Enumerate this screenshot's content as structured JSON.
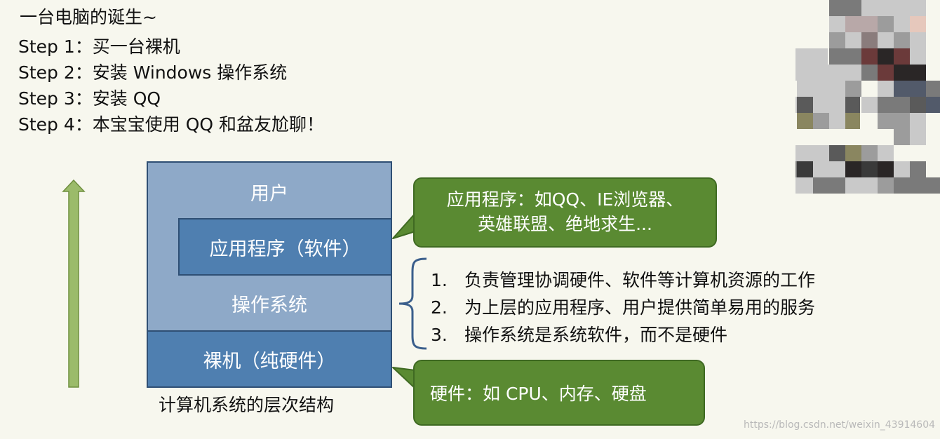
{
  "heading": "一台电脑的诞生~",
  "steps": [
    "Step 1：买一台裸机",
    "Step 2：安装 Windows 操作系统",
    "Step 3：安装 QQ",
    "Step 4：本宝宝使用 QQ 和盆友尬聊！"
  ],
  "layers": {
    "user": "用户",
    "app": "应用程序（软件）",
    "os": "操作系统",
    "hardware": "裸机（纯硬件）"
  },
  "stack_caption": "计算机系统的层次结构",
  "callouts": {
    "app_line1": "应用程序：如QQ、IE浏览器、",
    "app_line2": "英雄联盟、绝地求生...",
    "hardware": "硬件：如 CPU、内存、硬盘"
  },
  "duties": [
    {
      "num": "1.",
      "text": "负责管理协调硬件、软件等计算机资源的工作"
    },
    {
      "num": "2.",
      "text": "为上层的应用程序、用户提供简单易用的服务"
    },
    {
      "num": "3.",
      "text": "操作系统是系统软件，而不是硬件"
    }
  ],
  "watermark": "https://blog.csdn.net/weixin_43914604",
  "colors": {
    "light_layer": "#8ea9c8",
    "dark_layer": "#4f7fb0",
    "callout_green": "#5a8a32",
    "arrow_green": "#9bbb6a",
    "brace_blue": "#3b5f8c"
  }
}
